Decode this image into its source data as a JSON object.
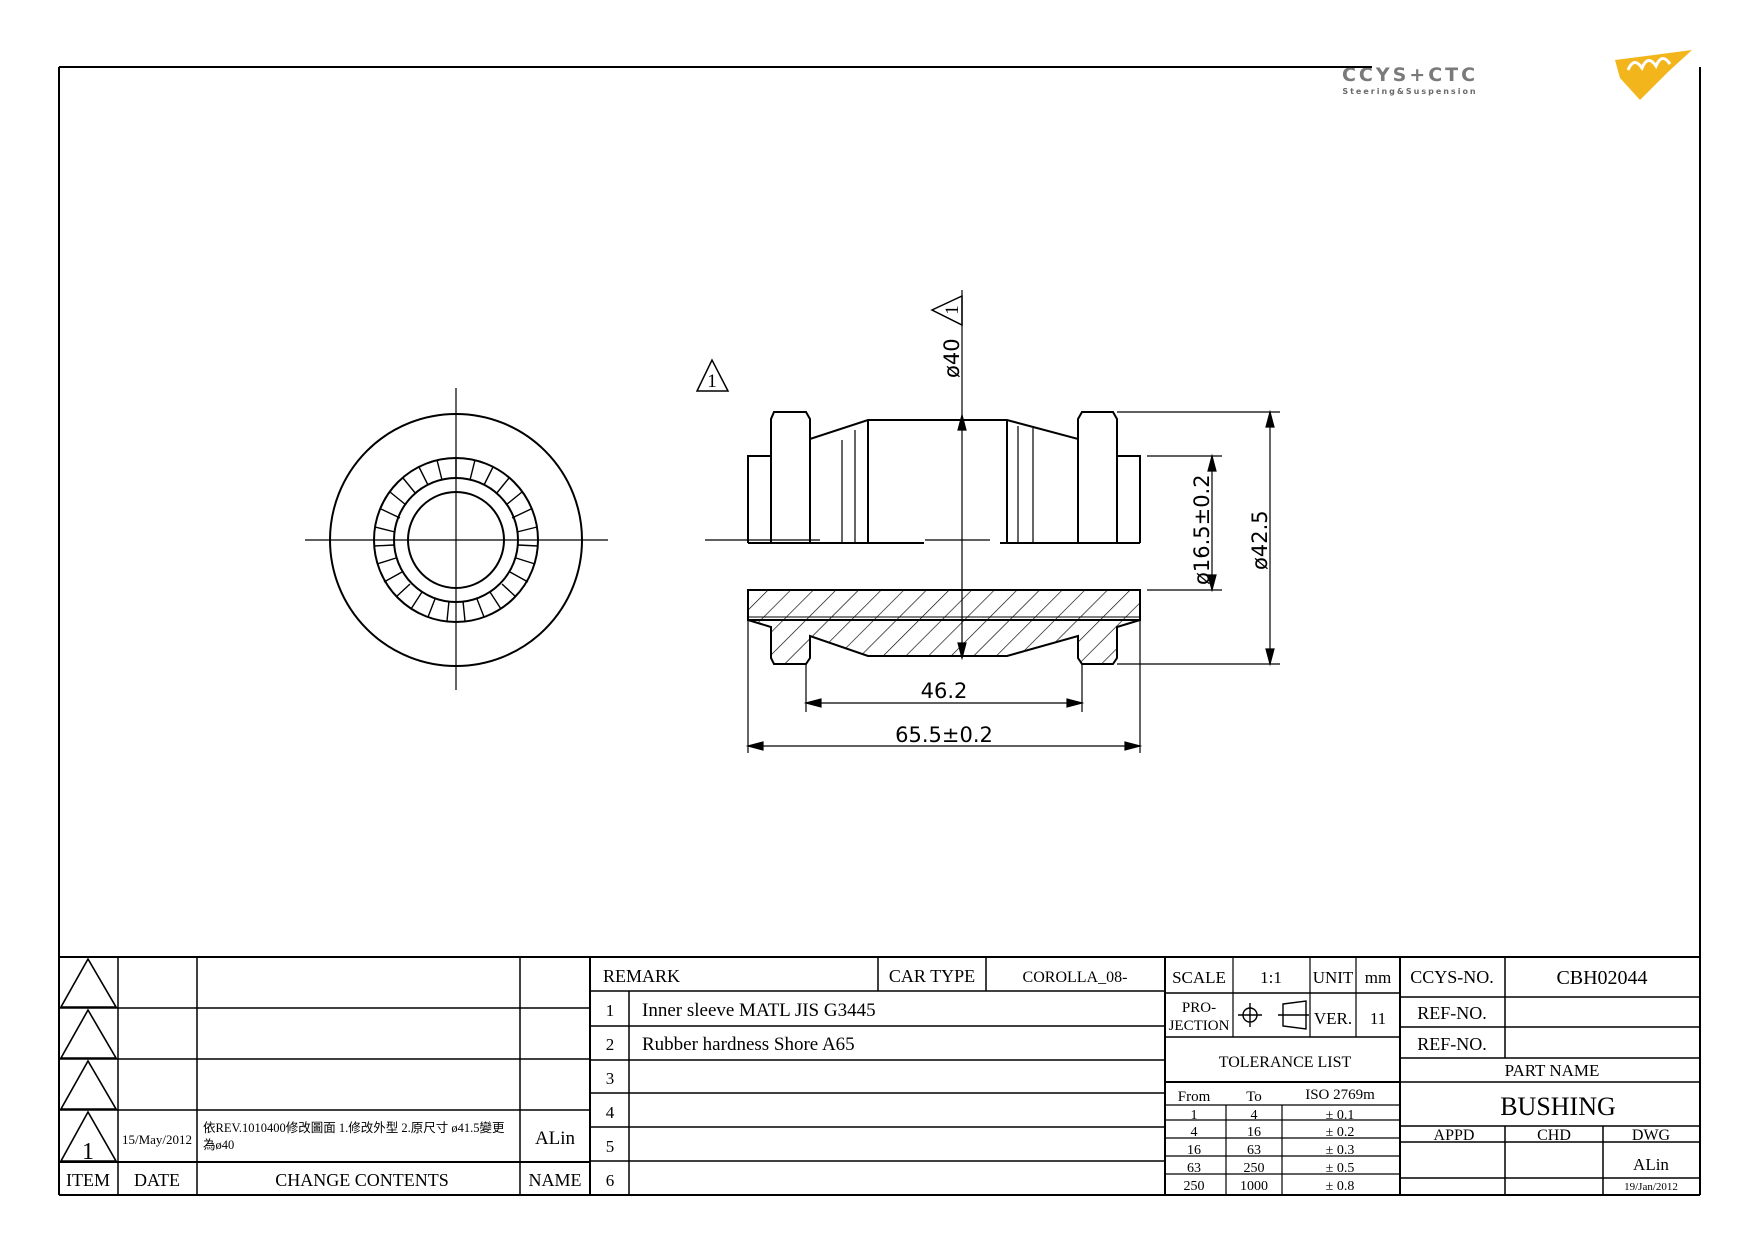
{
  "logo": {
    "brand": "CCYS+CTC",
    "tagline": "Steering&Suspension",
    "accent_color": "#f2b51c",
    "text_color": "#7a7a7a"
  },
  "drawing": {
    "dimensions": {
      "inner_dia": "ø40",
      "bore_dia": "ø16.5±0.2",
      "outer_dia": "ø42.5",
      "inner_length": "46.2",
      "overall_length": "65.5±0.2"
    },
    "revision_mark": "1"
  },
  "revisions": {
    "header": {
      "item": "ITEM",
      "date": "DATE",
      "contents": "CHANGE CONTENTS",
      "name": "NAME"
    },
    "rows": [
      {
        "item": "",
        "date": "",
        "contents": "",
        "name": ""
      },
      {
        "item": "",
        "date": "",
        "contents": "",
        "name": ""
      },
      {
        "item": "",
        "date": "",
        "contents": "",
        "name": ""
      },
      {
        "item": "1",
        "date": "15/May/2012",
        "contents_line1": "依REV.1010400修改圖面 1.修改外型 2.原尺寸 ø41.5變更",
        "contents_line2": "為ø40",
        "name": "ALin"
      }
    ]
  },
  "remarks": {
    "header": "REMARK",
    "car_type_label": "CAR TYPE",
    "car_type": "COROLLA_08-",
    "rows": [
      {
        "no": "1",
        "text": "Inner sleeve MATL JIS G3445"
      },
      {
        "no": "2",
        "text": "Rubber hardness Shore A65"
      },
      {
        "no": "3",
        "text": ""
      },
      {
        "no": "4",
        "text": ""
      },
      {
        "no": "5",
        "text": ""
      },
      {
        "no": "6",
        "text": ""
      }
    ]
  },
  "specs": {
    "scale_label": "SCALE",
    "scale": "1:1",
    "unit_label": "UNIT",
    "unit": "mm",
    "projection_label_1": "PRO-",
    "projection_label_2": "JECTION",
    "ver_label": "VER.",
    "ver": "11"
  },
  "tolerance": {
    "title": "TOLERANCE LIST",
    "headers": {
      "from": "From",
      "to": "To",
      "std": "ISO 2769m"
    },
    "rows": [
      {
        "from": "1",
        "to": "4",
        "tol": "± 0.1"
      },
      {
        "from": "4",
        "to": "16",
        "tol": "± 0.2"
      },
      {
        "from": "16",
        "to": "63",
        "tol": "± 0.3"
      },
      {
        "from": "63",
        "to": "250",
        "tol": "± 0.5"
      },
      {
        "from": "250",
        "to": "1000",
        "tol": "± 0.8"
      }
    ]
  },
  "title_block": {
    "ccys_no_label": "CCYS-NO.",
    "ccys_no": "CBH02044",
    "ref_no_label_1": "REF-NO.",
    "ref_no_1": "",
    "ref_no_label_2": "REF-NO.",
    "ref_no_2": "",
    "part_name_label": "PART NAME",
    "part_name": "BUSHING",
    "appd_label": "APPD",
    "chd_label": "CHD",
    "dwg_label": "DWG",
    "dwg_name": "ALin",
    "dwg_date": "19/Jan/2012"
  }
}
